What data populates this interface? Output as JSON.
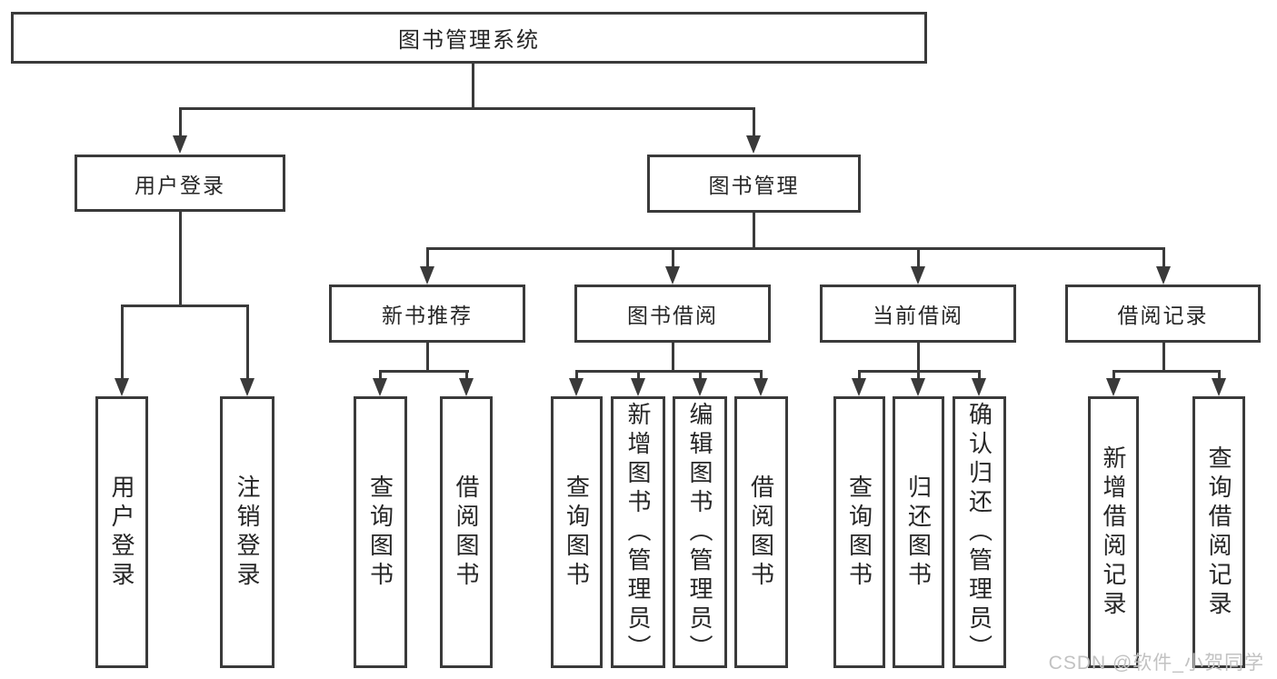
{
  "diagram_title": "图书管理系统",
  "tree": {
    "label": "图书管理系统",
    "children": [
      {
        "label": "用户登录",
        "children": [
          {
            "label": "用户登录"
          },
          {
            "label": "注销登录"
          }
        ]
      },
      {
        "label": "图书管理",
        "children": [
          {
            "label": "新书推荐",
            "children": [
              {
                "label": "查询图书"
              },
              {
                "label": "借阅图书"
              }
            ]
          },
          {
            "label": "图书借阅",
            "children": [
              {
                "label": "查询图书"
              },
              {
                "label": "新增图书（管理员）"
              },
              {
                "label": "编辑图书（管理员）"
              },
              {
                "label": "借阅图书"
              }
            ]
          },
          {
            "label": "当前借阅",
            "children": [
              {
                "label": "查询图书"
              },
              {
                "label": "归还图书"
              },
              {
                "label": "确认归还（管理员）"
              }
            ]
          },
          {
            "label": "借阅记录",
            "children": [
              {
                "label": "新增借阅记录"
              },
              {
                "label": "查询借阅记录"
              }
            ]
          }
        ]
      }
    ]
  },
  "watermark": "CSDN @软件_小贺同学",
  "colors": {
    "line": "#3a3a3a",
    "text": "#262626",
    "watermark": "#c2c2c2",
    "background": "#ffffff"
  }
}
